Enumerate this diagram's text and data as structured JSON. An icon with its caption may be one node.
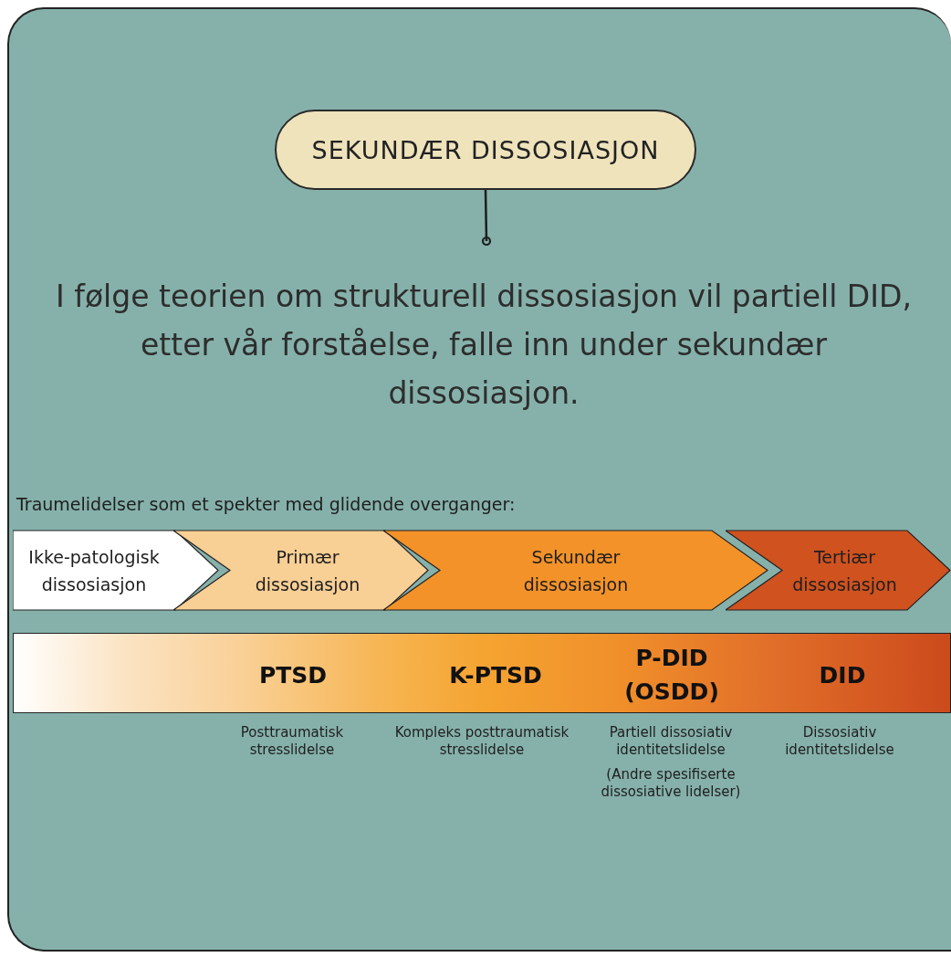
{
  "diagram": {
    "nodes": [
      {
        "text": [
          "SEKUNDÆR DISSOSIASJON"
        ]
      },
      {
        "text": [
          "I følge teorien om strukturell dissosiasjon vil partiell DID, etter vår forståelse, falle inn under sekundær dissosiasjon."
        ]
      },
      {
        "text": [
          "Ikke-patologisk dissosiasjon"
        ]
      },
      {
        "text": [
          "Primær dissosiasjon"
        ]
      },
      {
        "text": [
          "Sekundær dissosiasjon"
        ]
      },
      {
        "text": [
          "Tertiær dissosiasjon"
        ]
      },
      {
        "text": [
          "PTSD",
          "K-PTSD",
          "P-DID (OSDD)",
          "DID"
        ]
      }
    ],
    "edges": [
      {
        "from": 0,
        "to": 1,
        "arrow": "other"
      }
    ],
    "labels": [
      "Traumelidelser som et spekter med glidende overganger:",
      "Posttraumatisk stresslidelse",
      "Kompleks posttraumatisk stresslidelse",
      "Partiell dissosiativ identitetslidelse",
      "(Andre spesifiserte dissosiative lidelser)",
      "Dissosiativ identitetslidelse"
    ]
  }
}
